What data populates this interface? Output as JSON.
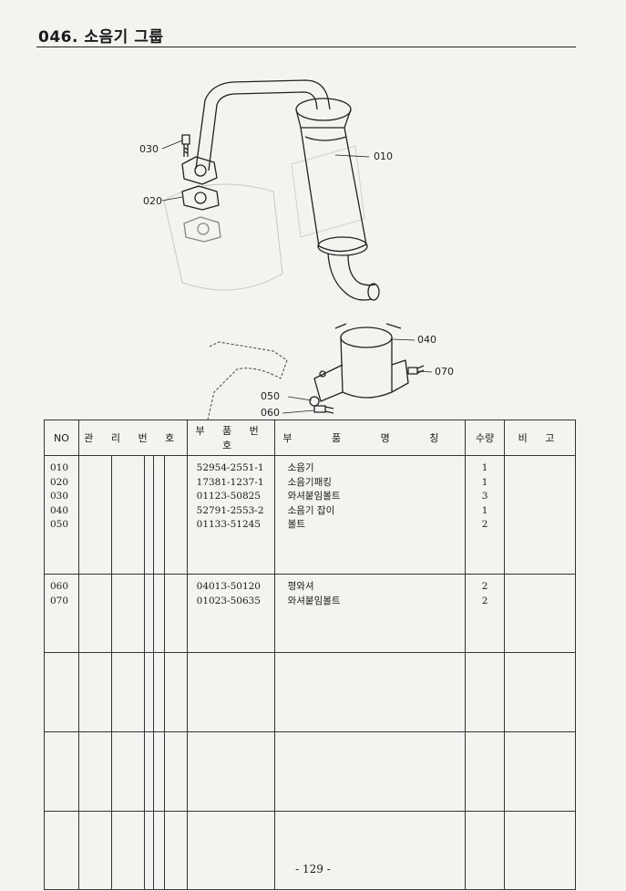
{
  "header": {
    "title": "046. 소음기 그룹"
  },
  "diagram": {
    "callouts": [
      "010",
      "020",
      "030",
      "040",
      "050",
      "060",
      "070"
    ]
  },
  "table": {
    "headers": {
      "no": "NO",
      "mgmt": "관 리 번 호",
      "part_no": "부 품 번 호",
      "part_name": "부 품 명 칭",
      "qty": "수량",
      "remarks": "비 고"
    },
    "groups": [
      {
        "rows": [
          {
            "no": "010",
            "part_no": "52954-2551-1",
            "part_name": "소음기",
            "qty": "1"
          },
          {
            "no": "020",
            "part_no": "17381-1237-1",
            "part_name": "소음기패킹",
            "qty": "1"
          },
          {
            "no": "030",
            "part_no": "01123-50825",
            "part_name": "와셔붙임볼트",
            "qty": "3"
          },
          {
            "no": "040",
            "part_no": "52791-2553-2",
            "part_name": "소음기 잡이",
            "qty": "1"
          },
          {
            "no": "050",
            "part_no": "01133-51245",
            "part_name": "볼트",
            "qty": "2"
          }
        ]
      },
      {
        "rows": [
          {
            "no": "060",
            "part_no": "04013-50120",
            "part_name": "평와셔",
            "qty": "2"
          },
          {
            "no": "070",
            "part_no": "01023-50635",
            "part_name": "와셔붙임볼트",
            "qty": "2"
          }
        ]
      },
      {
        "rows": []
      },
      {
        "rows": []
      },
      {
        "rows": []
      }
    ]
  },
  "footer": {
    "page": "- 129 -"
  }
}
